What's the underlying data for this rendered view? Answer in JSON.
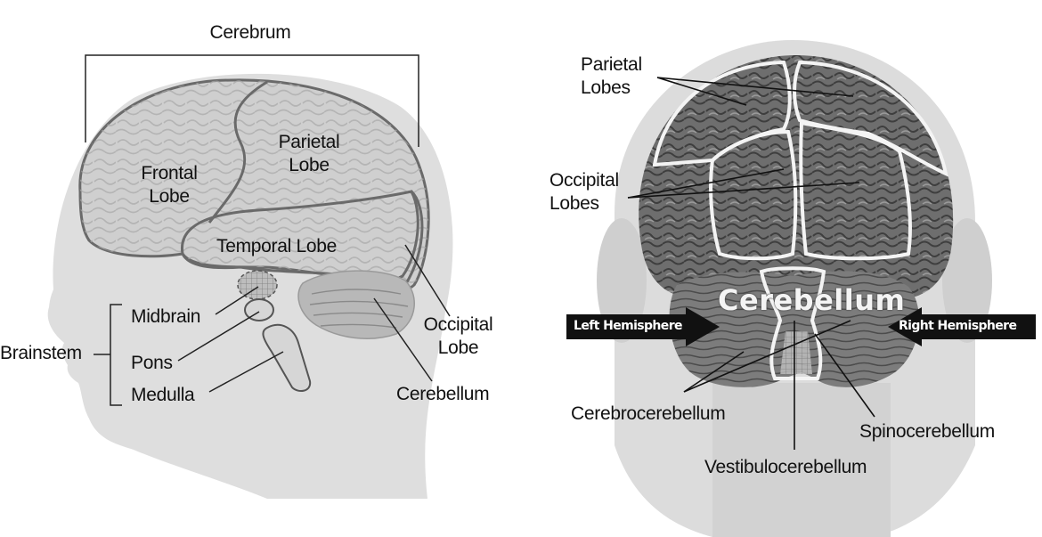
{
  "left_figure": {
    "cerebrum": "Cerebrum",
    "frontal_lobe": [
      "Frontal",
      "Lobe"
    ],
    "parietal_lobe": [
      "Parietal",
      "Lobe"
    ],
    "temporal_lobe": "Temporal Lobe",
    "occipital_lobe": [
      "Occipital",
      "Lobe"
    ],
    "cerebellum": "Cerebellum",
    "brainstem": "Brainstem",
    "midbrain": "Midbrain",
    "pons": "Pons",
    "medulla": "Medulla"
  },
  "right_figure": {
    "parietal_lobes": [
      "Parietal",
      "Lobes"
    ],
    "occipital_lobes": [
      "Occipital",
      "Lobes"
    ],
    "cerebellum": "Cerebellum",
    "left_hemisphere": "Left Hemisphere",
    "right_hemisphere": "Right Hemisphere",
    "cerebrocerebellum": "Cerebrocerebellum",
    "spinocerebellum": "Spinocerebellum",
    "vestibulocerebellum": "Vestibulocerebellum"
  }
}
